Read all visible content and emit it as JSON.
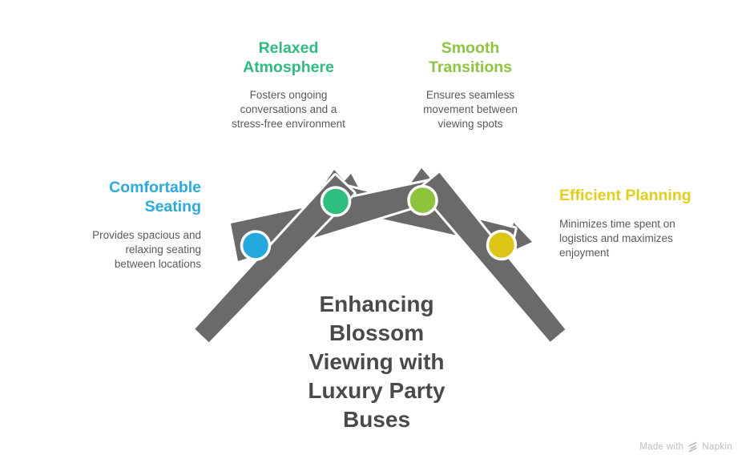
{
  "title": "Enhancing Blossom Viewing with Luxury Party Buses",
  "features": [
    {
      "heading": "Relaxed Atmosphere",
      "description": "Fosters ongoing conversations and a stress-free environment",
      "color": "#2EBD7D"
    },
    {
      "heading": "Smooth Transitions",
      "description": "Ensures seamless movement between viewing spots",
      "color": "#8CC63F"
    },
    {
      "heading": "Comfortable Seating",
      "description": "Provides spacious and relaxing seating between locations",
      "color": "#29ABE2"
    },
    {
      "heading": "Efficient Planning",
      "description": "Minimizes time spent on logistics and maximizes enjoyment",
      "color": "#E6CD18"
    }
  ],
  "milestones": [
    {
      "name": "comfortable-seating",
      "color": "#24A9DE"
    },
    {
      "name": "relaxed-atmosphere",
      "color": "#2EBE7E"
    },
    {
      "name": "smooth-transitions",
      "color": "#8EC43C"
    },
    {
      "name": "efficient-planning",
      "color": "#DCC514"
    }
  ],
  "graphic": {
    "band_color": "#6A6A6A"
  },
  "text_colors": {
    "title": "#4A4A4A",
    "body": "#5A5A5C",
    "footer": "#BDBDBD"
  },
  "footer": {
    "made_with": "Made with",
    "brand": "Napkin"
  }
}
